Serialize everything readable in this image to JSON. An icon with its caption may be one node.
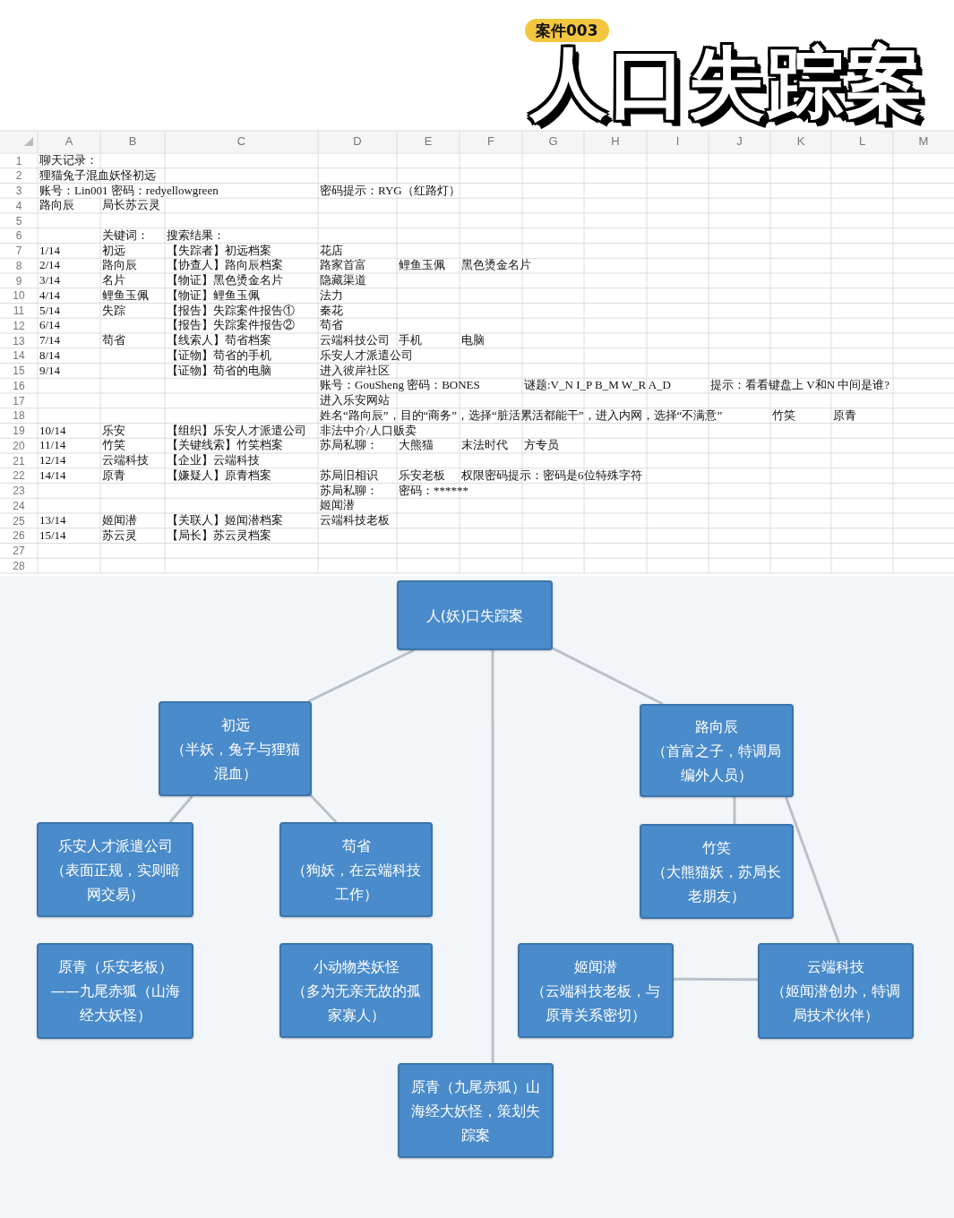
{
  "diagram": {
    "title": "人口失踪案",
    "nodes": [
      {
        "text": [
          "人(妖)口失踪案"
        ]
      },
      {
        "text": [
          "初远",
          "（半妖，兔子与狸猫混血）"
        ]
      },
      {
        "text": [
          "路向辰",
          "（首富之子，特调局编外人员）"
        ]
      },
      {
        "text": [
          "乐安人才派遣公司",
          "（表面正规，实则暗网交易）"
        ]
      },
      {
        "text": [
          "苟省",
          "（狗妖，在云端科技工作）"
        ]
      },
      {
        "text": [
          "竹笑",
          "（大熊猫妖，苏局长老朋友）"
        ]
      },
      {
        "text": [
          "原青（乐安老板）——九尾赤狐（山海经大妖怪）"
        ]
      },
      {
        "text": [
          "小动物类妖怪",
          "（多为无亲无故的孤家寡人）"
        ]
      },
      {
        "text": [
          "姬闻潜",
          "（云端科技老板，与原青关系密切）"
        ]
      },
      {
        "text": [
          "云端科技",
          "（姬闻潜创办，特调局技术伙伴）"
        ]
      },
      {
        "text": [
          "原青（九尾赤狐）山海经大妖怪，策划失踪案"
        ]
      }
    ],
    "edges": [
      {
        "from": 0,
        "to": 1,
        "arrow": "none"
      },
      {
        "from": 0,
        "to": 2,
        "arrow": "none"
      },
      {
        "from": 0,
        "to": 10,
        "arrow": "none"
      },
      {
        "from": 1,
        "to": 3,
        "arrow": "none"
      },
      {
        "from": 1,
        "to": 4,
        "arrow": "none"
      },
      {
        "from": 2,
        "to": 5,
        "arrow": "none"
      },
      {
        "from": 2,
        "to": 9,
        "arrow": "none"
      },
      {
        "from": 8,
        "to": 9,
        "arrow": "none"
      }
    ],
    "labels": [
      "案件003",
      "A",
      "B",
      "C",
      "D",
      "E",
      "F",
      "G",
      "H",
      "I",
      "J",
      "K",
      "L",
      "M",
      "1",
      "聊天记录：",
      "2",
      "狸猫兔子混血妖怪初远",
      "3",
      "账号：Lin001 密码：redyellowgreen",
      "密码提示：RYG（红路灯）",
      "4",
      "路向辰",
      "局长苏云灵",
      "5",
      "6",
      "关键词：",
      "搜索结果：",
      "7",
      "1/14",
      "初远",
      "【失踪者】初远档案",
      "花店",
      "8",
      "2/14",
      "路向辰",
      "【协查人】路向辰档案",
      "路家首富",
      "鲤鱼玉佩",
      "黑色烫金名片",
      "9",
      "3/14",
      "名片",
      "【物证】黑色烫金名片",
      "隐藏渠道",
      "10",
      "4/14",
      "鲤鱼玉佩",
      "【物证】鲤鱼玉佩",
      "法力",
      "11",
      "5/14",
      "失踪",
      "【报告】失踪案件报告①",
      "秦花",
      "12",
      "6/14",
      "【报告】失踪案件报告②",
      "苟省",
      "13",
      "7/14",
      "苟省",
      "【线索人】苟省档案",
      "云端科技公司",
      "手机",
      "电脑",
      "14",
      "8/14",
      "【证物】苟省的手机",
      "乐安人才派遣公司",
      "15",
      "9/14",
      "【证物】苟省的电脑",
      "进入彼岸社区",
      "16",
      "账号：GouSheng 密码：BONES",
      "谜题:V_N I_P B_M W_R A_D",
      "提示：看看键盘上 V和N 中间是谁?",
      "17",
      "进入乐安网站",
      "18",
      "姓名“路向辰”，目的“商务”，选择“脏活累活都能干”，进入内网，选择“不满意”",
      "竹笑",
      "原青",
      "19",
      "10/14",
      "乐安",
      "【组织】乐安人才派遣公司",
      "非法中介/人口贩卖",
      "20",
      "11/14",
      "竹笑",
      "【关键线索】竹笑档案",
      "苏局私聊：",
      "大熊猫",
      "末法时代",
      "方专员",
      "21",
      "12/14",
      "云端科技",
      "【企业】云端科技",
      "22",
      "14/14",
      "原青",
      "【嫌疑人】原青档案",
      "苏局旧相识",
      "乐安老板",
      "权限密码提示：密码是6位特殊字符",
      "23",
      "苏局私聊：",
      "密码：******",
      "24",
      "姬闻潜",
      "25",
      "13/14",
      "姬闻潜",
      "【关联人】姬闻潜档案",
      "云端科技老板",
      "26",
      "15/14",
      "苏云灵",
      "【局长】苏云灵档案",
      "27",
      "28"
    ]
  }
}
